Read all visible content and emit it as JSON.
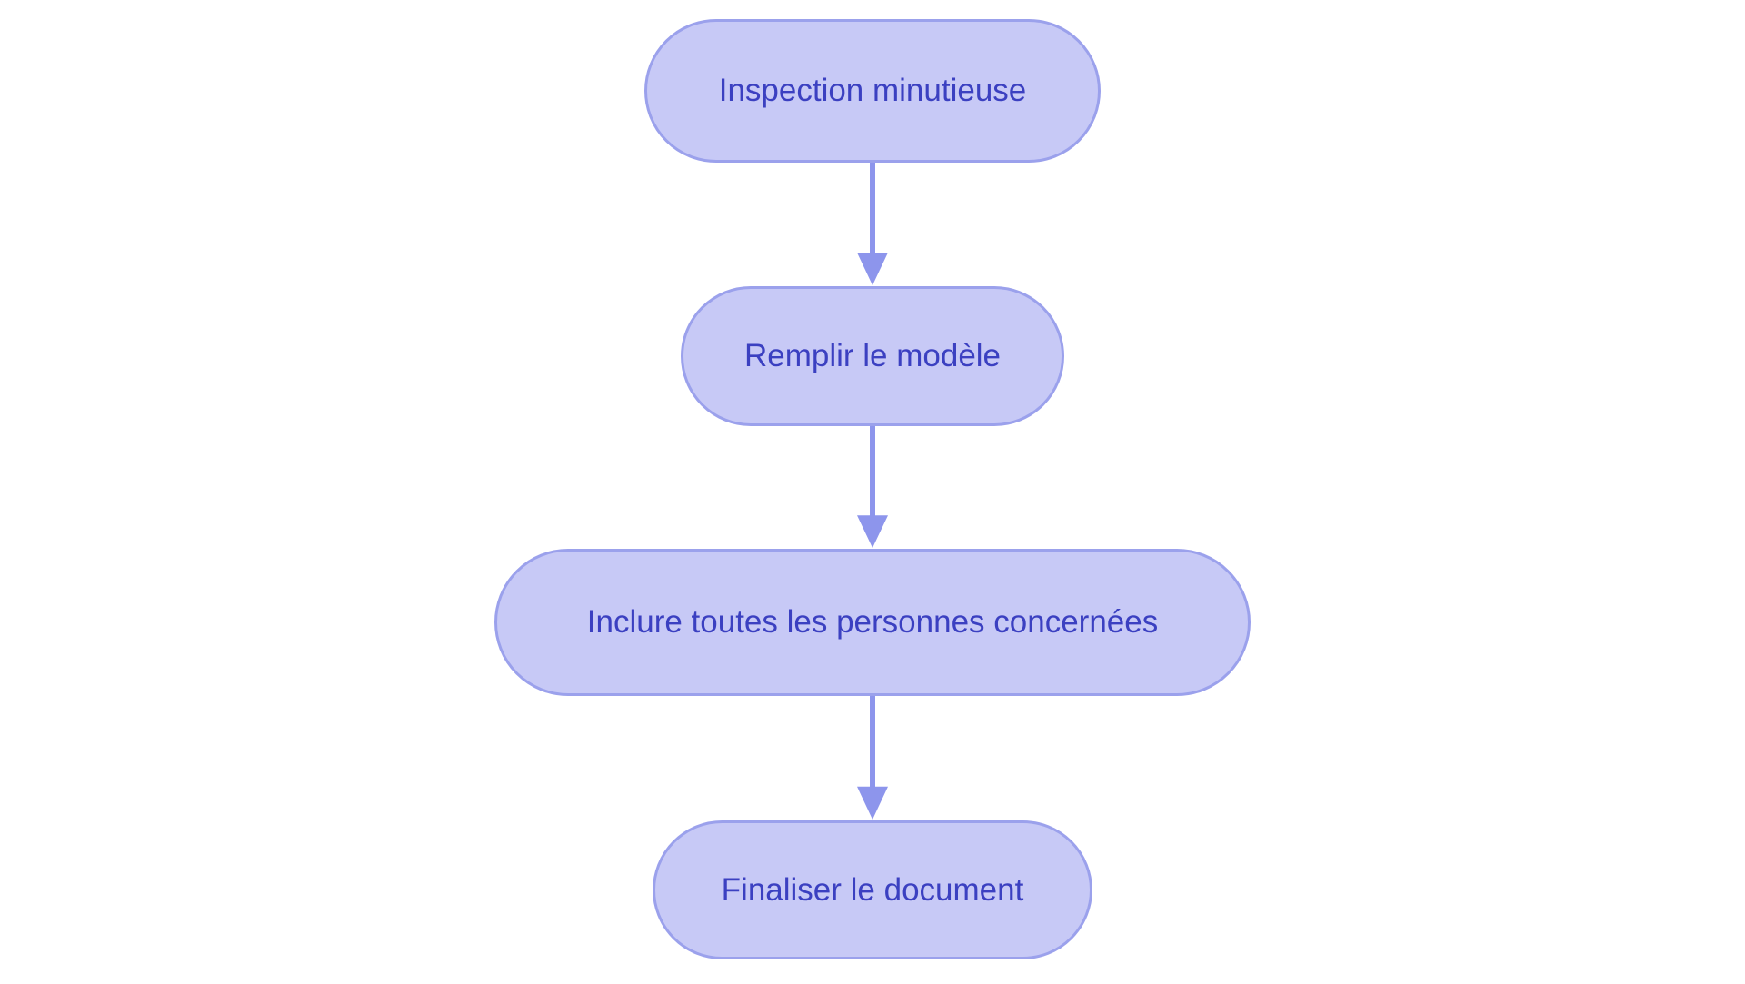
{
  "diagram": {
    "type": "flowchart",
    "direction": "top-down",
    "nodes": [
      {
        "id": "step-1",
        "shape": "stadium",
        "label": "Inspection minutieuse"
      },
      {
        "id": "step-2",
        "shape": "stadium",
        "label": "Remplir le modèle"
      },
      {
        "id": "step-3",
        "shape": "stadium",
        "label": "Inclure toutes les personnes concernées"
      },
      {
        "id": "step-4",
        "shape": "stadium",
        "label": "Finaliser le document"
      }
    ],
    "edges": [
      {
        "from": "step-1",
        "to": "step-2",
        "style": "arrow-down"
      },
      {
        "from": "step-2",
        "to": "step-3",
        "style": "arrow-down"
      },
      {
        "from": "step-3",
        "to": "step-4",
        "style": "arrow-down"
      }
    ],
    "colors": {
      "node_fill": "#c7c9f6",
      "node_border": "#9ba1ec",
      "node_text": "#3b40c1",
      "arrow": "#8d95ec",
      "background": "#ffffff"
    }
  }
}
